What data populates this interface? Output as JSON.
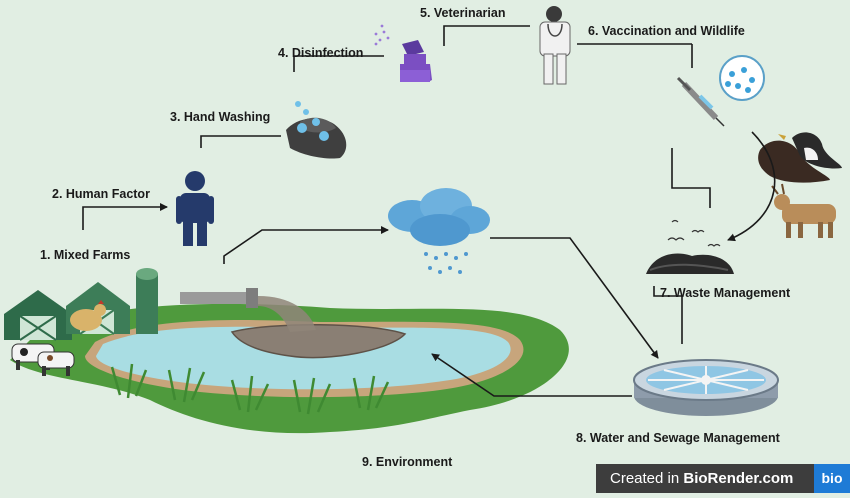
{
  "labels": {
    "mixed_farms": "1.  Mixed Farms",
    "human_factor": "2. Human Factor",
    "hand_washing": "3. Hand Washing",
    "disinfection": "4. Disinfection",
    "veterinarian": "5. Veterinarian",
    "vaccination": "6. Vaccination and Wildlife",
    "waste": "7. Waste Management",
    "water_sewage": "8. Water and Sewage Management",
    "environment": "9. Environment"
  },
  "badge": {
    "prefix": "Created in ",
    "brand": "BioRender.com",
    "logo": "bio"
  },
  "colors": {
    "background": "#e1eee3",
    "grass": "#4f9a3d",
    "water": "#a9dde3",
    "barn": "#2e6b4a",
    "sprayer": "#7b4fc2",
    "person": "#253a6b",
    "cloud": "#5ea6d8",
    "arrow": "#1a1a1a"
  }
}
